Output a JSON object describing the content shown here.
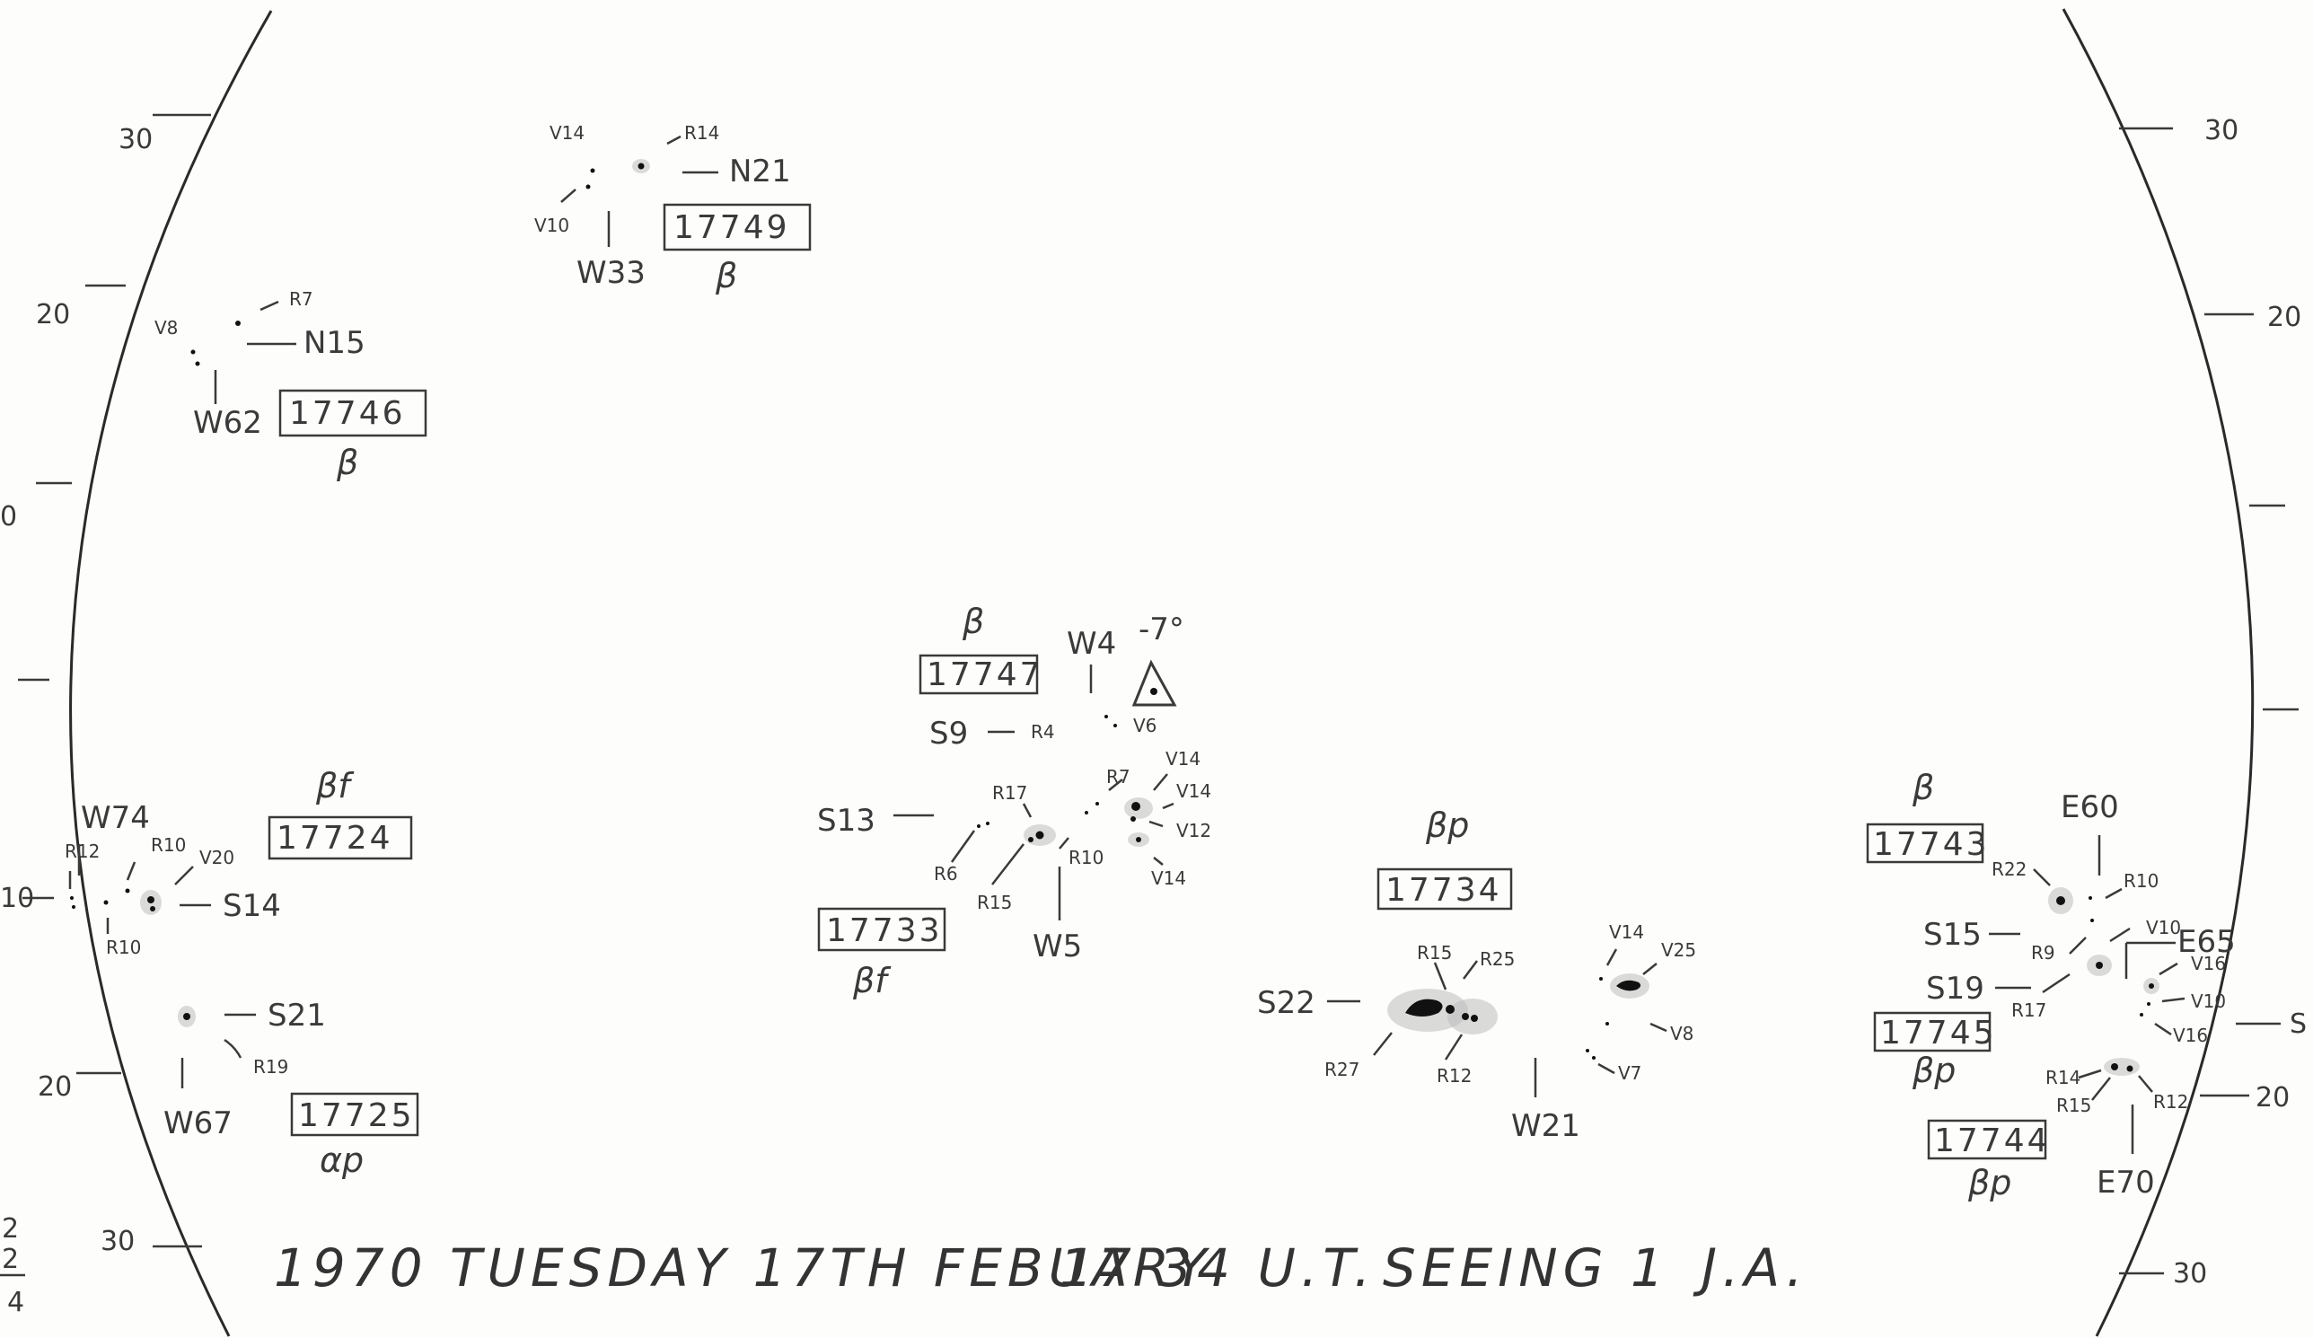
{
  "caption": {
    "date": "1970 TUESDAY 17TH FEBUARY",
    "time": "17 34 U.T.",
    "seeing": "SEEING 1",
    "observer": "J.A."
  },
  "left_scale": [
    "30",
    "20",
    "0",
    "10",
    "20",
    "30"
  ],
  "right_scale": [
    "30",
    "20",
    "S",
    "20",
    "30"
  ],
  "margin_fraction": [
    "2",
    "2",
    "4"
  ],
  "groups": [
    {
      "id": "17749",
      "class": "β",
      "labels": {
        "v_top": "V14",
        "r_top": "R14",
        "lat": "N21",
        "v_bot": "V10",
        "lon": "W33"
      }
    },
    {
      "id": "17746",
      "class": "β",
      "labels": {
        "v_top": "V8",
        "r_top": "R7",
        "lat": "N15",
        "lon": "W62"
      }
    },
    {
      "id": "17747",
      "class": "β",
      "labels": {
        "lon": "W4",
        "temp": "-7°",
        "lat": "S9",
        "r": "R4",
        "v": "V6"
      }
    },
    {
      "id": "17733",
      "class": "βf",
      "labels": {
        "lat": "S13",
        "r1": "R17",
        "r2": "R7",
        "v1": "V14",
        "v2": "V14",
        "v3": "V12",
        "v4": "V14",
        "r3": "R6",
        "r4": "R15",
        "r5": "R10",
        "lon": "W5"
      }
    },
    {
      "id": "17724",
      "class": "βf",
      "labels": {
        "lon": "W74",
        "r1": "R12",
        "r2": "R10",
        "v1": "V20",
        "lat": "S14",
        "r3": "R10"
      }
    },
    {
      "id": "17725",
      "class": "αp",
      "labels": {
        "lat": "S21",
        "r1": "R19",
        "lon": "W67"
      }
    },
    {
      "id": "17734",
      "class": "βp",
      "labels": {
        "lat": "S22",
        "r1": "R15",
        "r2": "R25",
        "r3": "R27",
        "r4": "R12",
        "v1": "V14",
        "v2": "V25",
        "v3": "V8",
        "v4": "V7",
        "lon": "W21"
      }
    },
    {
      "id": "17743",
      "class": "β",
      "labels": {
        "lon": "E60",
        "r1": "R22",
        "r2": "R10",
        "lat": "S15",
        "r3": "R9",
        "v1": "V10"
      }
    },
    {
      "id": "17745",
      "class": "βp",
      "labels": {
        "lat": "S19",
        "r1": "R17",
        "lon": "E65",
        "v1": "V16",
        "v2": "V10",
        "v3": "V16"
      }
    },
    {
      "id": "17744",
      "class": "βp",
      "labels": {
        "r1": "R14",
        "r2": "R15",
        "r3": "R12",
        "lon": "E70"
      }
    }
  ]
}
